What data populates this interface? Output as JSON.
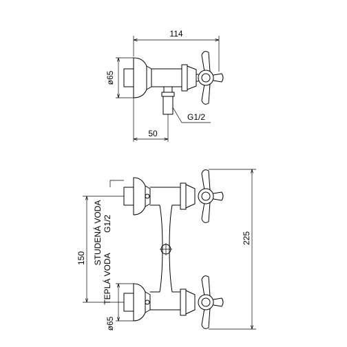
{
  "top_view": {
    "overall_width": "114",
    "wall_diameter": "ø65",
    "thread": "G1/2",
    "outlet_offset": "50"
  },
  "front_view": {
    "height": "225",
    "center_distance": "150",
    "cold_label": "STUDENÁ VODA",
    "cold_thread": "G1/2",
    "hot_label": "TEPLÁ VODA",
    "wall_diameter": "ø65"
  }
}
